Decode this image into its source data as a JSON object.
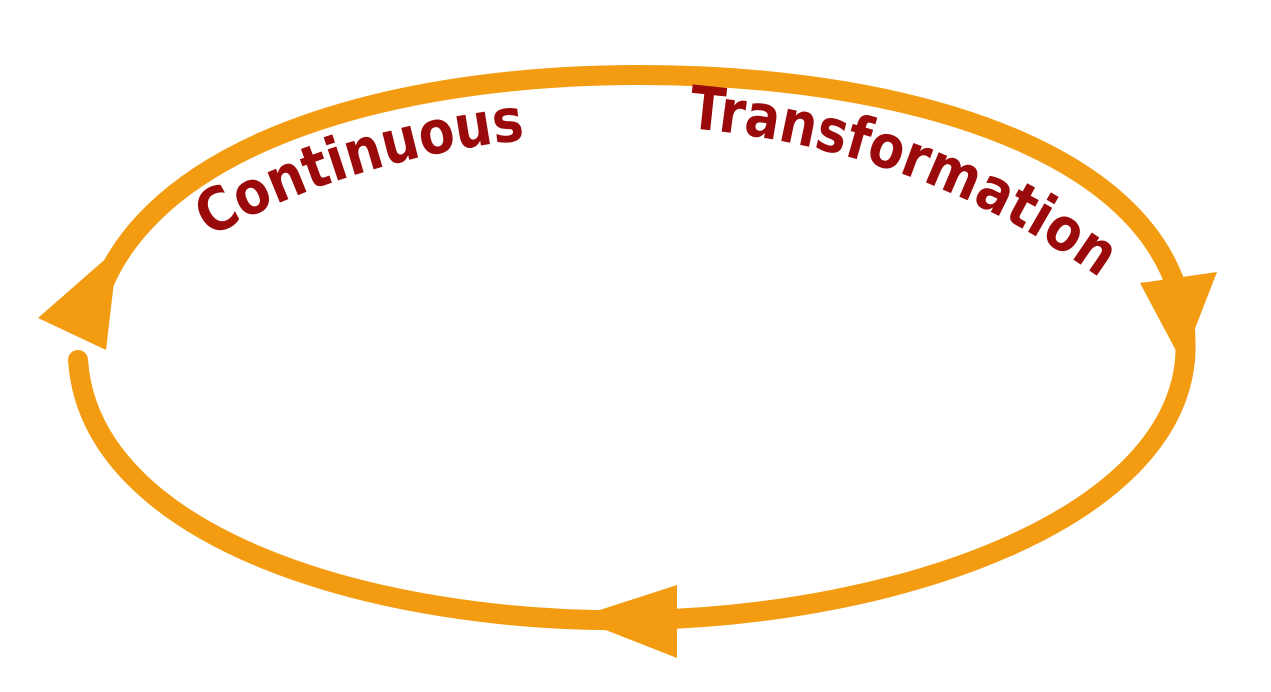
{
  "diagram": {
    "words": [
      {
        "text": "Continuous"
      },
      {
        "text": "Transformation"
      }
    ],
    "colors": {
      "loop": "#F39C12",
      "text": "#9B0A0A",
      "background": "#FFFFFF"
    },
    "arrow_direction": "clockwise",
    "arrowhead_count": 3
  }
}
